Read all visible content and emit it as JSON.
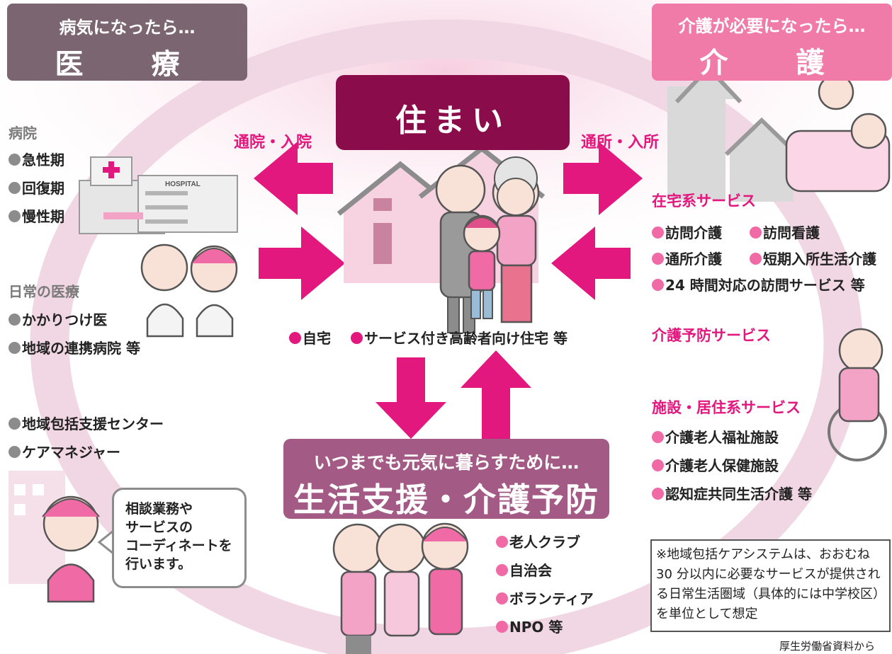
{
  "iryo": {
    "sub": "病気になったら…",
    "title": "医　療"
  },
  "kaigo": {
    "sub": "介護が必要になったら…",
    "title": "介　護"
  },
  "sumai": {
    "title": "住まい"
  },
  "seikatsu": {
    "sub": "いつまでも元気に暮らすために…",
    "title": "生活支援・介護予防"
  },
  "arrows": {
    "left_label": "通院・入院",
    "right_label": "通所・入所"
  },
  "hospital": {
    "heading": "病院",
    "items": [
      "●急性期",
      "●回復期",
      "●慢性期"
    ],
    "sign": "HOSPITAL"
  },
  "daily_care": {
    "heading": "日常の医療",
    "items": [
      "●かかりつけ医",
      "●地域の連携病院 等"
    ]
  },
  "support_center": {
    "items": [
      "●地域包括支援センター",
      "●ケアマネジャー"
    ]
  },
  "speech": {
    "lines": [
      "相談業務や",
      "サービスの",
      "コーディネートを",
      "行います。"
    ]
  },
  "housing_items": {
    "items": [
      "●自宅",
      "●サービス付き高齢者向け住宅 等"
    ]
  },
  "home_services": {
    "heading": "在宅系サービス",
    "items": [
      "●訪問介護",
      "●訪問看護",
      "●通所介護",
      "●短期入所生活介護",
      "●24 時間対応の訪問サービス 等"
    ]
  },
  "prevention": {
    "heading": "介護予防サービス"
  },
  "facility": {
    "heading": "施設・居住系サービス",
    "items": [
      "●介護老人福祉施設",
      "●介護老人保健施設",
      "●認知症共同生活介護 等"
    ]
  },
  "community": {
    "items": [
      "●老人クラブ",
      "●自治会",
      "●ボランティア",
      "●NPO 等"
    ]
  },
  "note": {
    "text": "※地域包括ケアシステムは、おおむね 30 分以内に必要なサービスが提供される日常生活圏域（具体的には中学校区）を単位として想定"
  },
  "source": {
    "text": "厚生労働省資料から"
  },
  "colors": {
    "accent": "#e2187f",
    "iryo": "#7a6570",
    "kaigo": "#f07aa8",
    "sumai": "#8a0c4a",
    "seikatsu": "#a35a84"
  }
}
